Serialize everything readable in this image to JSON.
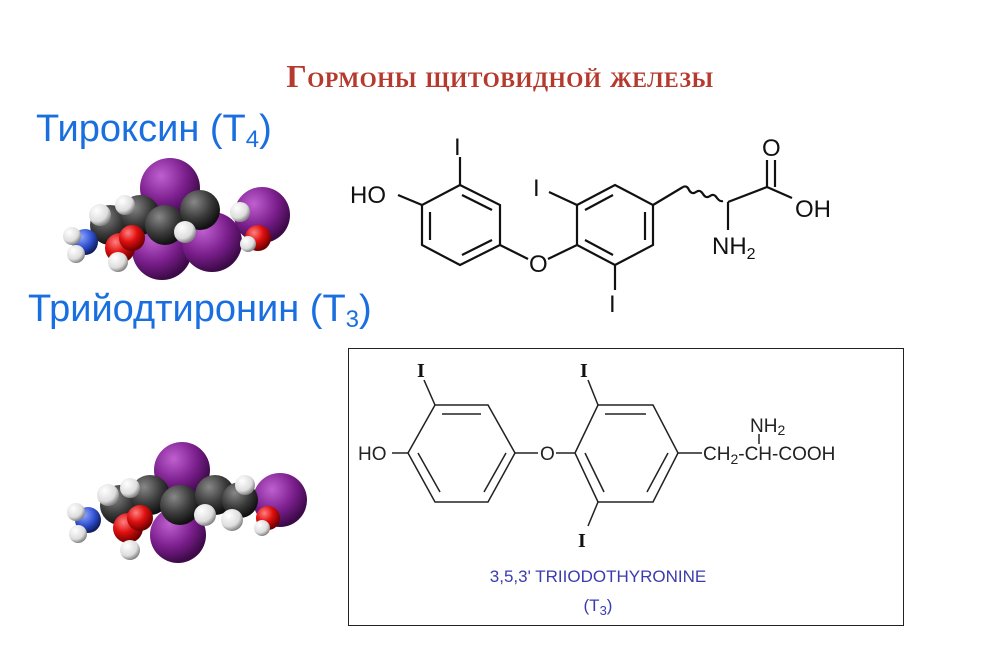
{
  "slide": {
    "title": "Гормоны щитовидной железы",
    "thyroxine_label": "Тироксин (T",
    "thyroxine_sub": "4",
    "thyroxine_close": ")",
    "triiodothyronine_label": "Трийодтиронин (T",
    "triiodothyronine_sub": "3",
    "triiodothyronine_close": ")"
  },
  "t4_structure": {
    "ho": "HO",
    "i_a": "I",
    "i_b": "I",
    "i_c": "I",
    "o_bridge": "O",
    "o_carbonyl": "O",
    "oh": "OH",
    "nh": "NH",
    "nh_sub": "2"
  },
  "t3_structure": {
    "ho": "HO",
    "i_a": "I",
    "i_b": "I",
    "i_c": "I",
    "o_bridge": "O",
    "nh": "NH",
    "nh_sub": "2",
    "ch": "CH",
    "ch_sub": "2",
    "chain_rest": "-CH-COOH",
    "caption": "3,5,3' TRIIODOTHYRONINE",
    "caption_sub_open": "(T",
    "caption_sub": "3",
    "caption_sub_close": ")"
  },
  "colors": {
    "title": "#b5392c",
    "label": "#1a6fe0",
    "caption": "#3b3bb0",
    "iodine_atom": "#7a1e8c",
    "oxygen_atom": "#e01010",
    "nitrogen_atom": "#2f4fd0",
    "carbon_atom": "#3a3a3a",
    "hydrogen_atom": "#e8e8e8"
  }
}
